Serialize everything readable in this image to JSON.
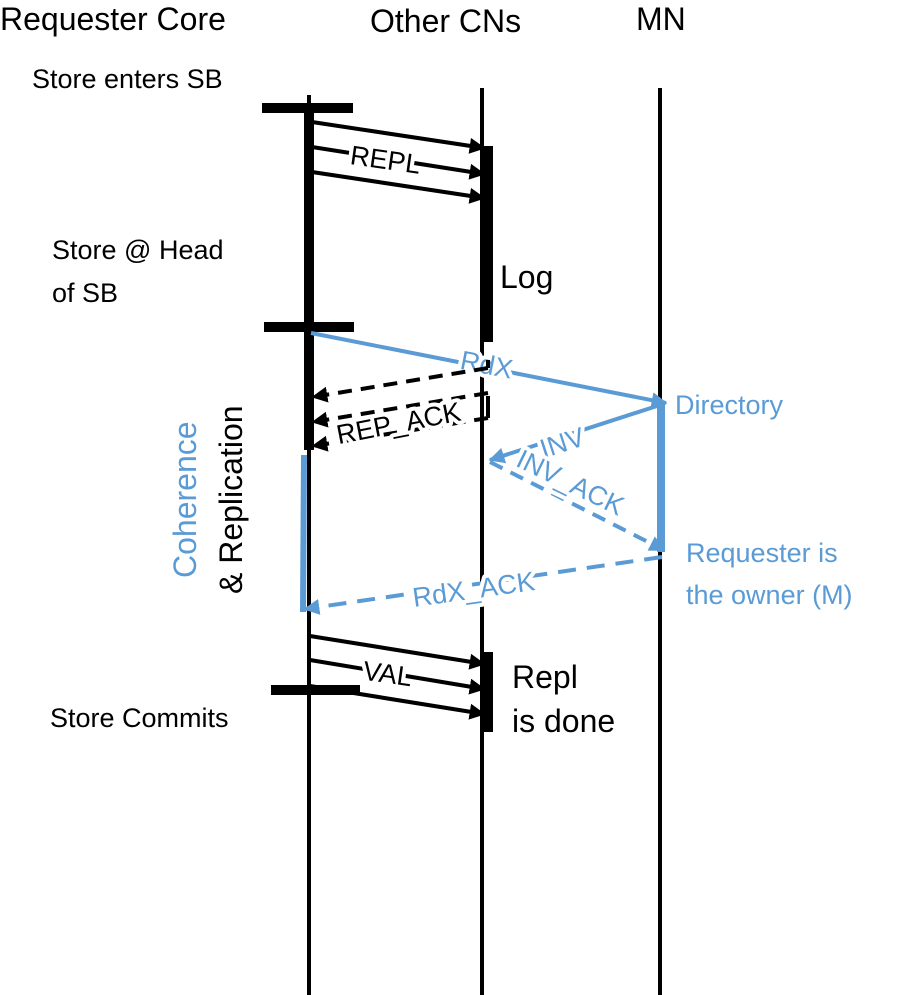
{
  "lanes": {
    "requester": "Requester Core",
    "others": "Other CNs",
    "mn": "MN"
  },
  "notes": {
    "store_enters": "Store enters SB",
    "store_head_1": "Store @  Head",
    "store_head_2": "of SB",
    "log": "Log",
    "directory": "Directory",
    "owner_1": "Requester is",
    "owner_2": "the owner (M)",
    "store_commits": "Store Commits",
    "repl_done_1": "Repl",
    "repl_done_2": "is done"
  },
  "side_label": {
    "coherence": "Coherence",
    "replication": "& Replication"
  },
  "messages": {
    "repl": "REPL",
    "rdx": "RdX",
    "rep_ack": "REP_ACK",
    "inv": "INV",
    "inv_ack": "INV_ACK",
    "rdx_ack": "RdX_ACK",
    "val": "VAL"
  },
  "colors": {
    "black": "#000000",
    "blue": "#5b9bd5"
  }
}
